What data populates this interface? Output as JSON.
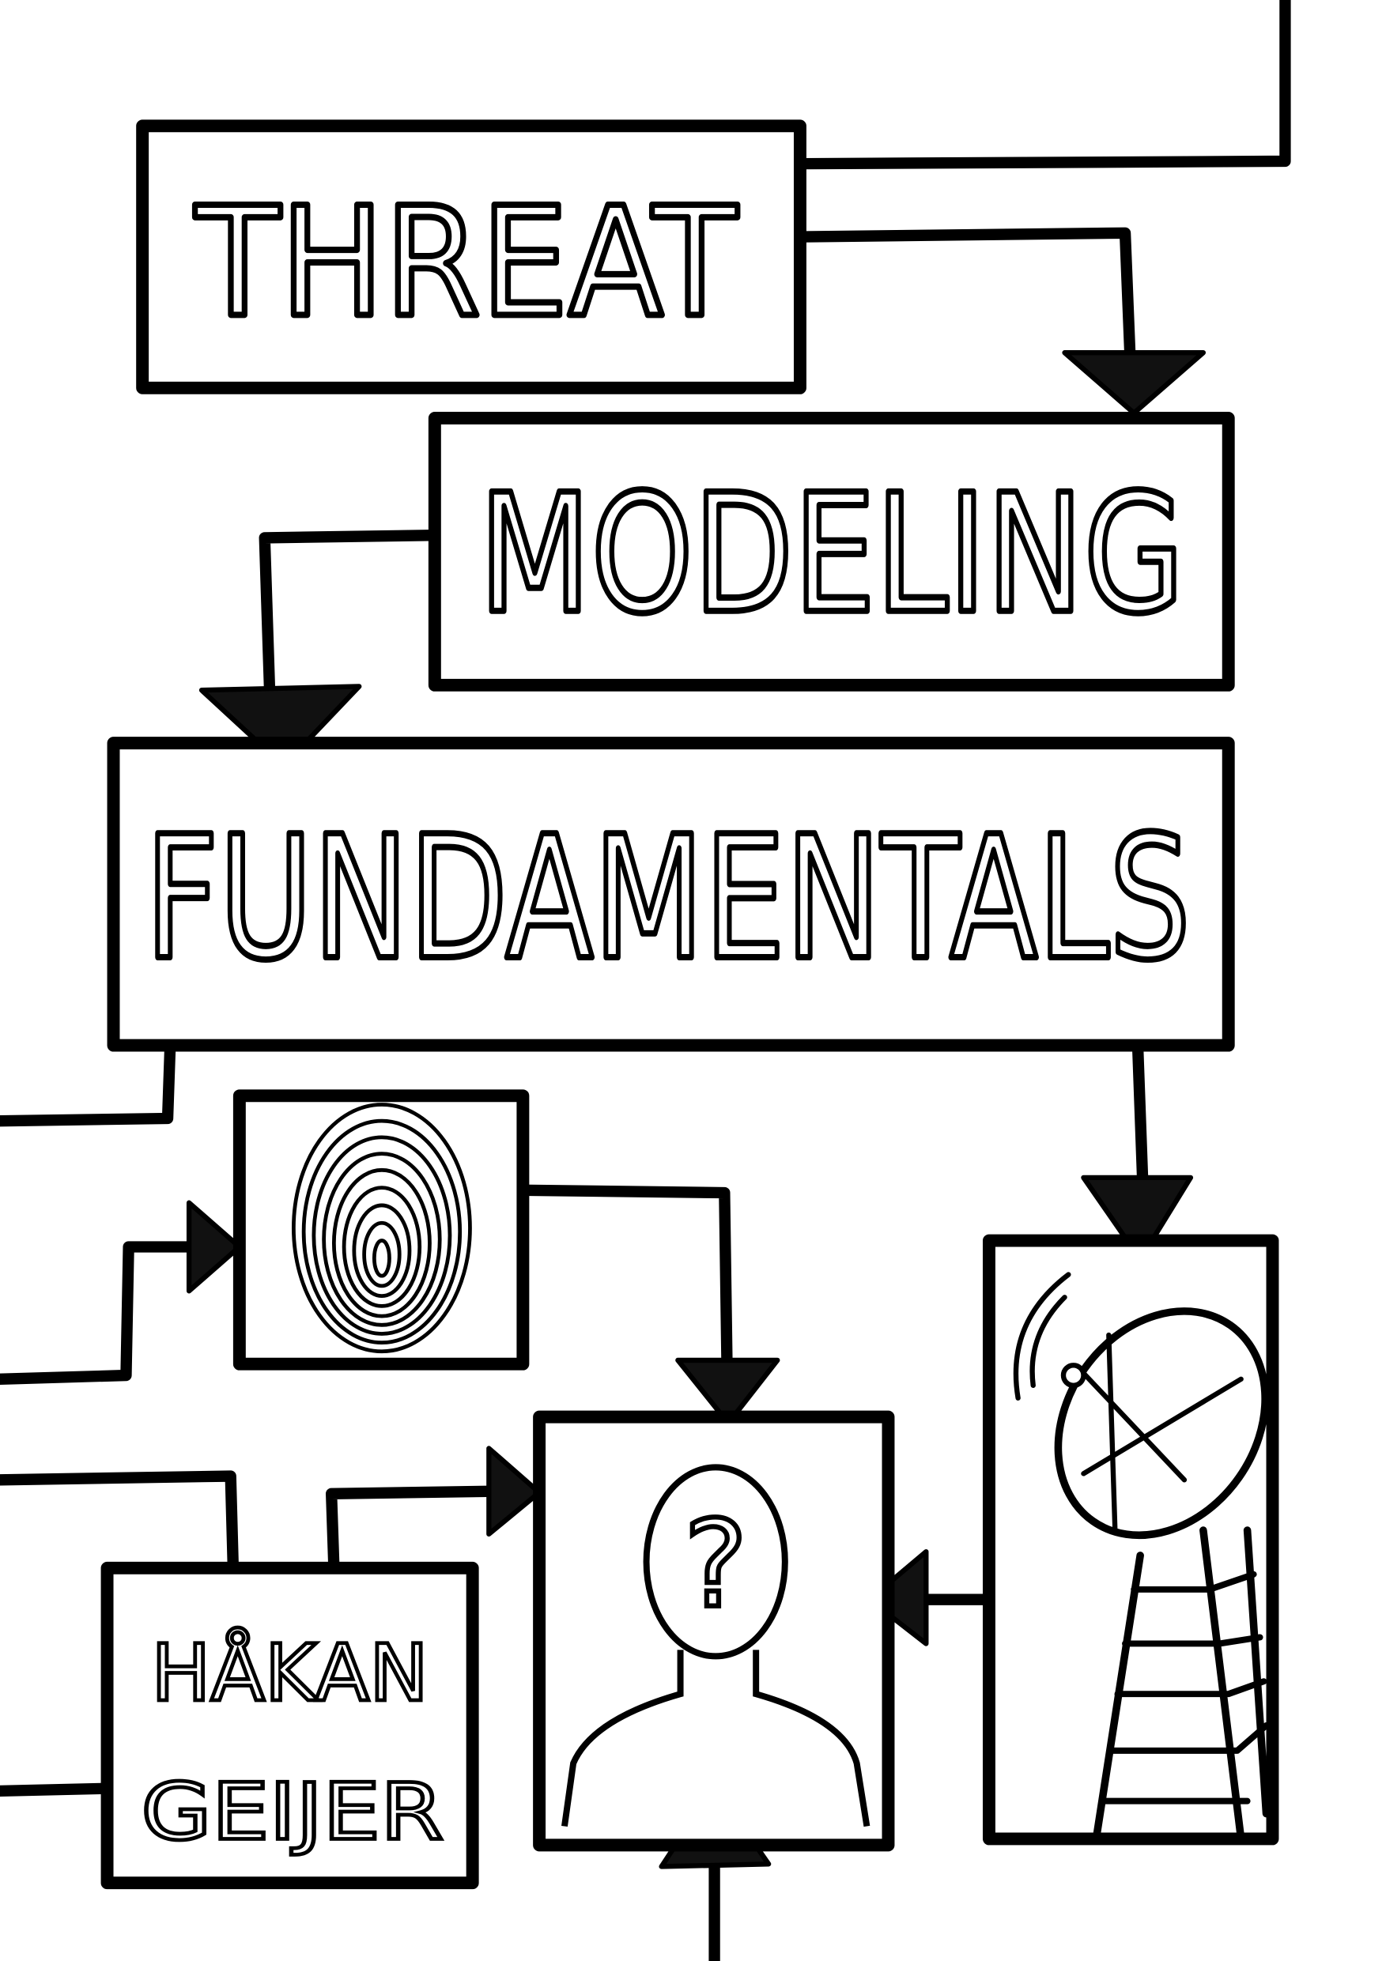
{
  "cover": {
    "title_lines": [
      "THREAT",
      "MODELING",
      "FUNDAMENTALS"
    ],
    "author_lines": [
      "HÅKAN",
      "GEIJER"
    ]
  },
  "colors": {
    "ink": "#000000",
    "paper": "#ffffff"
  },
  "icons": [
    "fingerprint-icon",
    "unknown-person-icon",
    "satellite-dish-icon"
  ]
}
